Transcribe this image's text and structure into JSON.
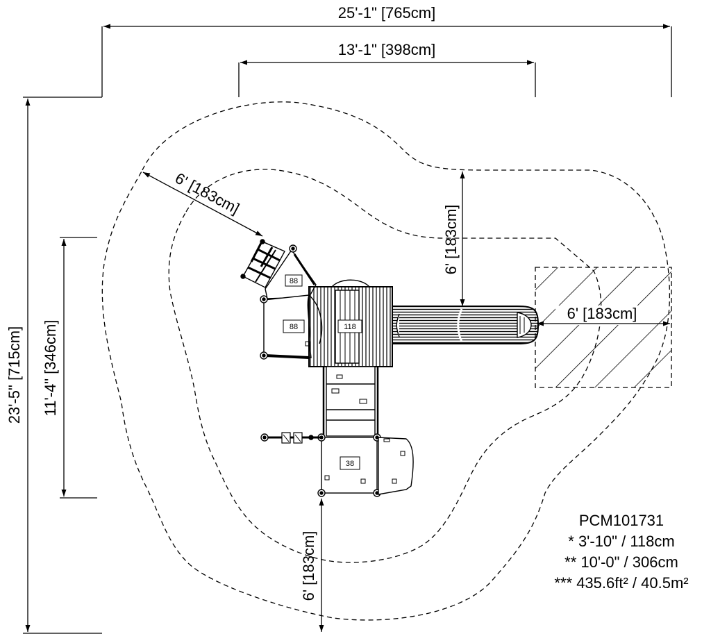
{
  "dimensions": {
    "overall_width": "25'-1\" [765cm]",
    "structure_width": "13'-1\" [398cm]",
    "overall_depth": "23'-5\" [715cm]",
    "structure_depth": "11'-4\" [346cm]",
    "clearance_diagonal": "6' [183cm]",
    "clearance_right_vertical": "6' [183cm]",
    "clearance_slide_exit": "6' [183cm]",
    "clearance_bottom": "6' [183cm]"
  },
  "components": {
    "tower_label_top": "88",
    "tower_label_mid": "88",
    "deck_label": "118",
    "lower_deck_label": "38"
  },
  "info": {
    "model": "PCM101731",
    "height_1": "* 3'-10\" / 118cm",
    "height_2": "** 10'-0\" / 306cm",
    "area": "*** 435.6ft² / 40.5m²"
  }
}
